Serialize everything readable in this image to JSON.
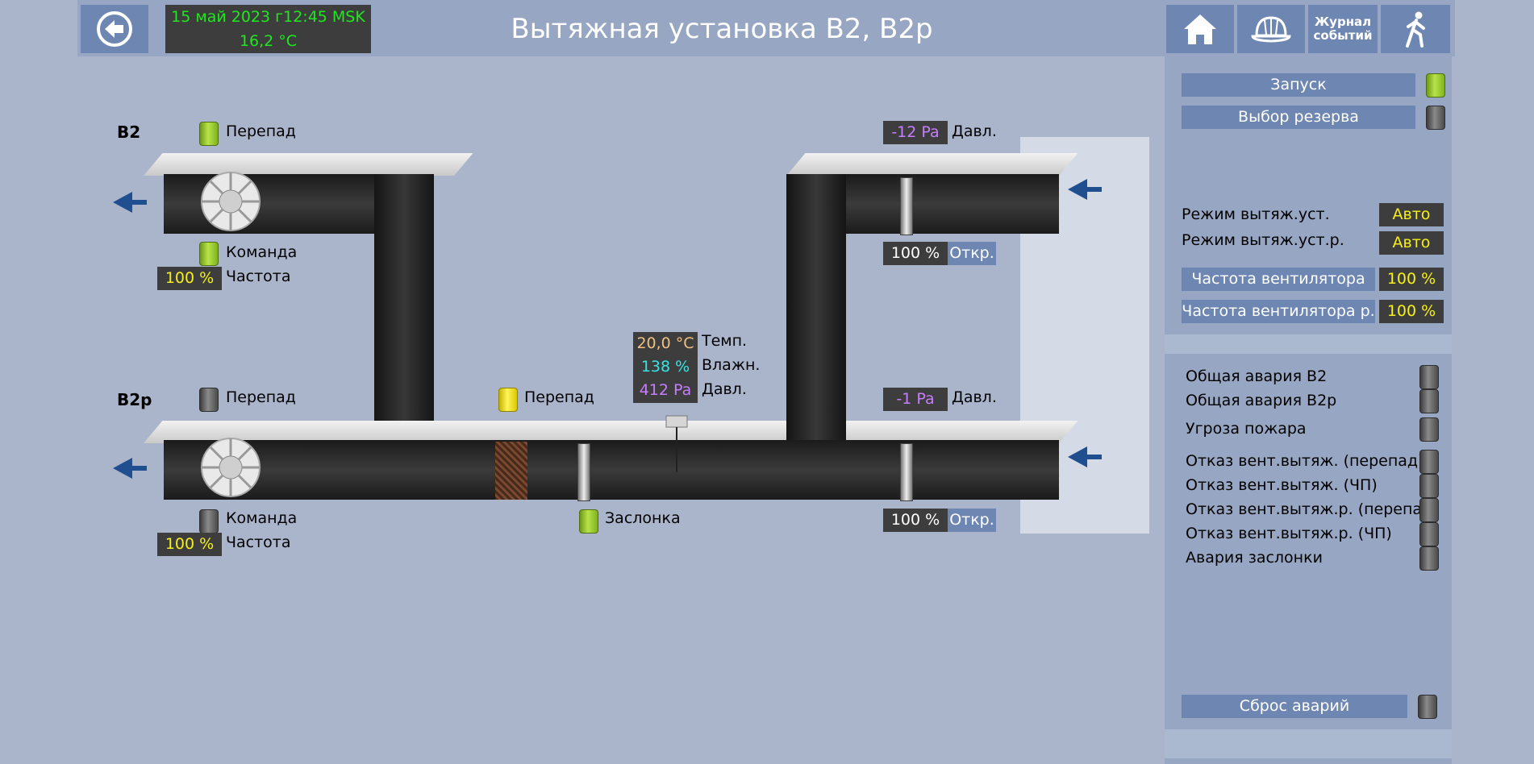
{
  "header": {
    "title": "Вытяжная установка В2, В2р",
    "date_time": "15 май 2023 г12:45 MSK",
    "outdoor_temp": "16,2 °C",
    "journal_line1": "Журнал",
    "journal_line2": "событий"
  },
  "diagram": {
    "b2": {
      "label": "В2",
      "diff_label": "Перепад",
      "command_label": "Команда",
      "freq_label": "Частота",
      "freq_value": "100 %"
    },
    "b2r": {
      "label": "В2р",
      "diff_label": "Перепад",
      "command_label": "Команда",
      "freq_label": "Частота",
      "freq_value": "100 %"
    },
    "filter": {
      "diff_label": "Перепад"
    },
    "damper": {
      "label": "Заслонка"
    },
    "sensor": {
      "temp_value": "20,0 °C",
      "temp_label": "Темп.",
      "hum_value": "138 %",
      "hum_label": "Влажн.",
      "press_value": "412 Pa",
      "press_label": "Давл."
    },
    "upper_intake": {
      "press_value": "-12 Pa",
      "press_label": "Давл.",
      "open_value": "100 %",
      "open_label": "Откр."
    },
    "lower_intake": {
      "press_value": "-1 Pa",
      "press_label": "Давл.",
      "open_value": "100 %",
      "open_label": "Откр."
    }
  },
  "panel": {
    "start_label": "Запуск",
    "reserve_label": "Выбор резерва",
    "mode_label": "Режим вытяж.уст.",
    "mode_value": "Авто",
    "mode_r_label": "Режим вытяж.уст.р.",
    "mode_r_value": "Авто",
    "fan_freq_label": "Частота вентилятора",
    "fan_freq_value": "100 %",
    "fan_freq_r_label": "Частота вентилятора р.",
    "fan_freq_r_value": "100 %",
    "alarms": [
      "Общая авария В2",
      "Общая авария В2р",
      "Угроза пожара",
      "Отказ вент.вытяж. (перепад)",
      "Отказ вент.вытяж. (ЧП)",
      "Отказ вент.вытяж.р. (перепад)",
      "Отказ вент.вытяж.р. (ЧП)",
      "Авария заслонки"
    ],
    "reset_label": "Сброс аварий"
  },
  "colors": {
    "background": "#aab5cc",
    "button": "#6e86b2",
    "value_bg": "#3d3d3d",
    "value_yellow": "#f5f019",
    "clock_green": "#1ee81e",
    "temp_color": "#f0c080",
    "hum_color": "#35e5e5",
    "press_color": "#c77dff"
  },
  "icons": [
    "back-arrow-icon",
    "home-icon",
    "helmet-icon",
    "walking-person-icon",
    "fan-icon",
    "air-arrow-icon",
    "damper-icon",
    "filter-icon",
    "sensor-icon"
  ]
}
